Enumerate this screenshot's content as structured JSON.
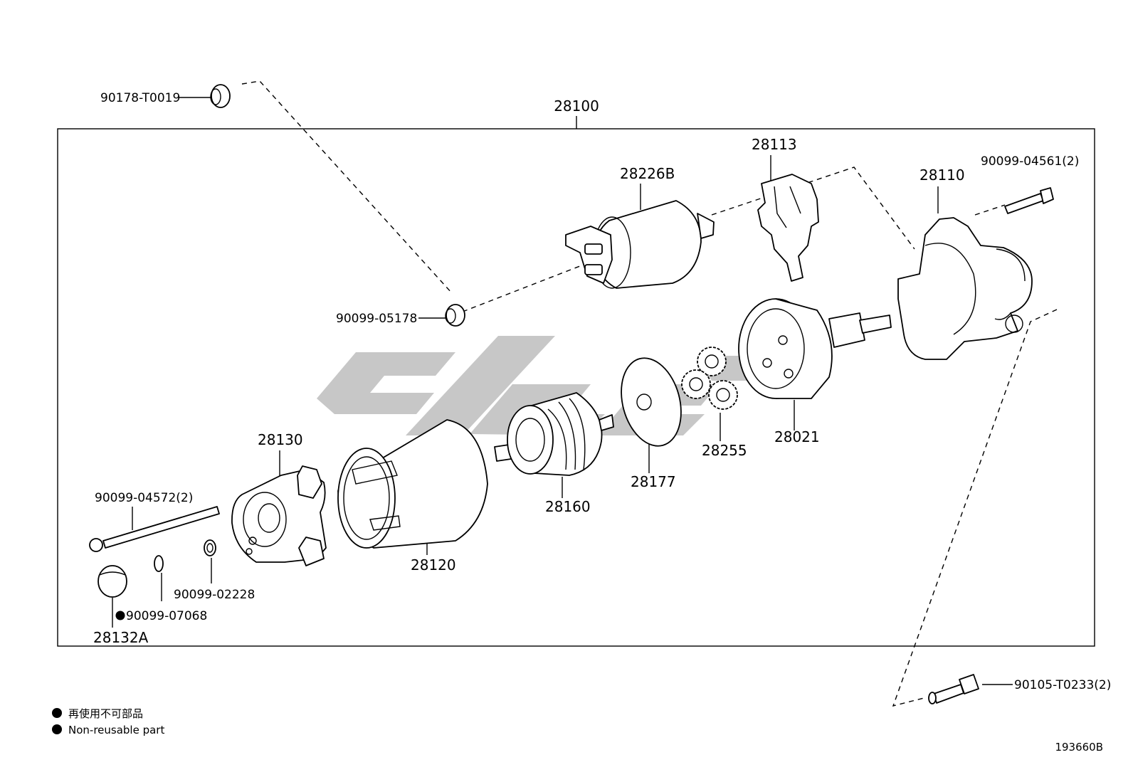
{
  "diagram": {
    "assembly_label": "28100",
    "drawing_number": "193660B",
    "parts": {
      "p90178": "90178-T0019",
      "p28226B": "28226B",
      "p28113": "28113",
      "p28110": "28110",
      "p90099_04561": "90099-04561(2)",
      "p90099_05178": "90099-05178",
      "p28130": "28130",
      "p28160": "28160",
      "p28177": "28177",
      "p28255": "28255",
      "p28021": "28021",
      "p28120": "28120",
      "p90099_04572": "90099-04572(2)",
      "p90099_02228": "90099-02228",
      "p90099_07068": "90099-07068",
      "p28132A": "28132A",
      "p90105_T0233": "90105-T0233(2)"
    },
    "legend": {
      "line_cn": "再使用不可部品",
      "line_en": "Non-reusable part"
    }
  }
}
